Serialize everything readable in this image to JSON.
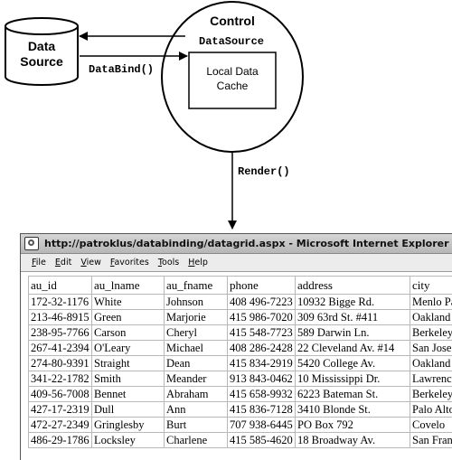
{
  "diagram": {
    "control_title": "Control",
    "datasource_label": "DataSource",
    "databind_label": "DataBind()",
    "data_source": {
      "line1": "Data",
      "line2": "Source"
    },
    "cache": {
      "line1": "Local Data",
      "line2": "Cache"
    },
    "render_label": "Render()"
  },
  "browser": {
    "title": "http://patroklus/databinding/datagrid.aspx - Microsoft Internet Explorer",
    "menu": [
      "File",
      "Edit",
      "View",
      "Favorites",
      "Tools",
      "Help"
    ],
    "columns": [
      "au_id",
      "au_lname",
      "au_fname",
      "phone",
      "address",
      "city"
    ],
    "rows": [
      [
        "172-32-1176",
        "White",
        "Johnson",
        "408 496-7223",
        "10932 Bigge Rd.",
        "Menlo Park"
      ],
      [
        "213-46-8915",
        "Green",
        "Marjorie",
        "415 986-7020",
        "309 63rd St. #411",
        "Oakland"
      ],
      [
        "238-95-7766",
        "Carson",
        "Cheryl",
        "415 548-7723",
        "589 Darwin Ln.",
        "Berkeley"
      ],
      [
        "267-41-2394",
        "O'Leary",
        "Michael",
        "408 286-2428",
        "22 Cleveland Av. #14",
        "San Jose"
      ],
      [
        "274-80-9391",
        "Straight",
        "Dean",
        "415 834-2919",
        "5420 College Av.",
        "Oakland"
      ],
      [
        "341-22-1782",
        "Smith",
        "Meander",
        "913 843-0462",
        "10 Mississippi Dr.",
        "Lawrence"
      ],
      [
        "409-56-7008",
        "Bennet",
        "Abraham",
        "415 658-9932",
        "6223 Bateman St.",
        "Berkeley"
      ],
      [
        "427-17-2319",
        "Dull",
        "Ann",
        "415 836-7128",
        "3410 Blonde St.",
        "Palo Alto"
      ],
      [
        "472-27-2349",
        "Gringlesby",
        "Burt",
        "707 938-6445",
        "PO Box 792",
        "Covelo"
      ],
      [
        "486-29-1786",
        "Locksley",
        "Charlene",
        "415 585-4620",
        "18 Broadway Av.",
        "San Francisco"
      ]
    ]
  }
}
